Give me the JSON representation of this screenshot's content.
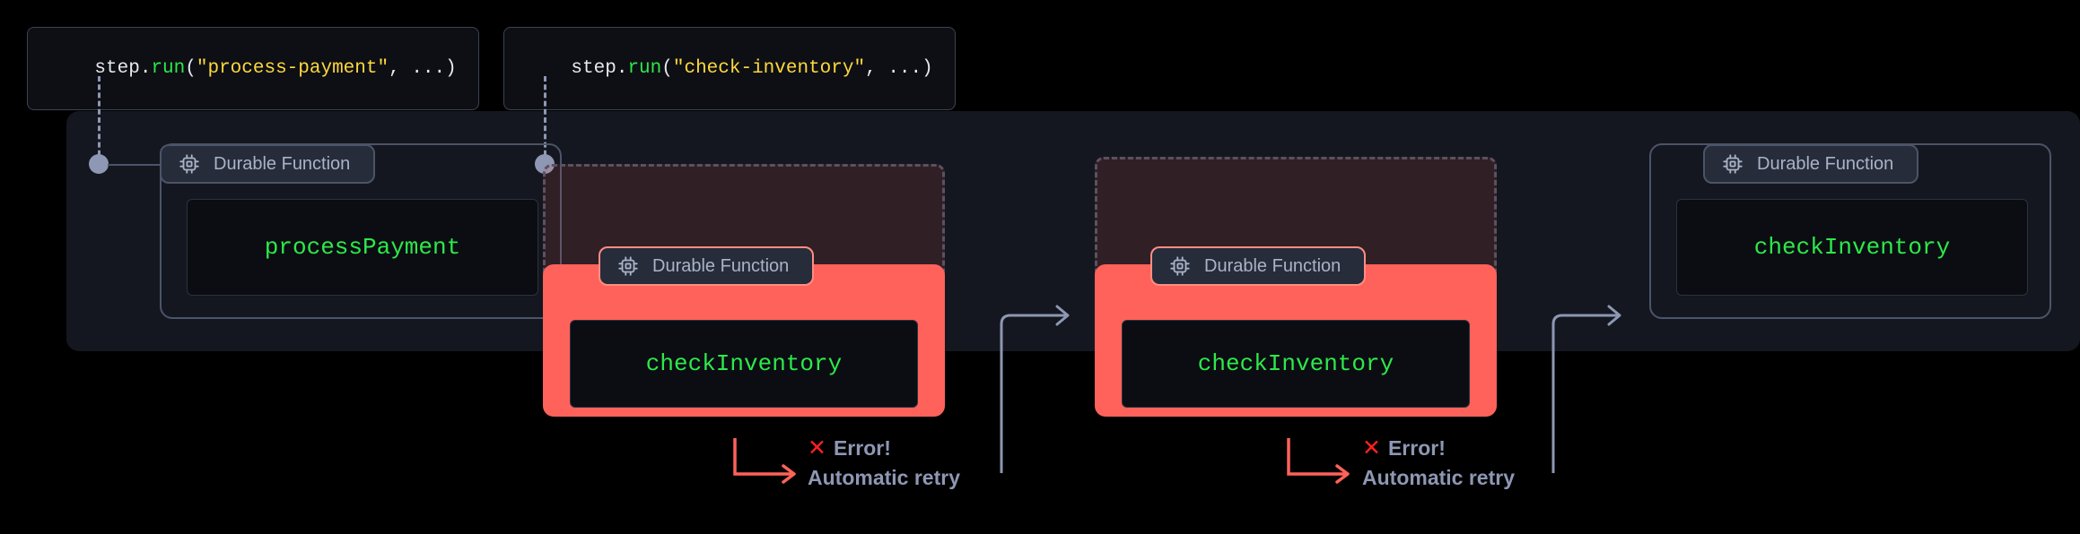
{
  "diagram": {
    "title": "Durable function step retry flow",
    "colors": {
      "background": "#000000",
      "panel": "#14171f",
      "node_border": "#4b5468",
      "chip_bg": "#262c3a",
      "chip_text": "#aab3c6",
      "code_green": "#2ee84a",
      "code_string": "#ffd83d",
      "fail_red": "#ff625a",
      "error_x": "#ff1f1f",
      "connector": "#8e97b3"
    },
    "code_labels": [
      {
        "name": "process-payment-call",
        "parts": [
          {
            "text": "step.",
            "kind": "plain"
          },
          {
            "text": "run",
            "kind": "fn"
          },
          {
            "text": "(",
            "kind": "punct"
          },
          {
            "text": "\"process-payment\"",
            "kind": "str"
          },
          {
            "text": ", ...)",
            "kind": "punct"
          }
        ]
      },
      {
        "name": "check-inventory-call",
        "parts": [
          {
            "text": "step.",
            "kind": "plain"
          },
          {
            "text": "run",
            "kind": "fn"
          },
          {
            "text": "(",
            "kind": "punct"
          },
          {
            "text": "\"check-inventory\"",
            "kind": "str"
          },
          {
            "text": ", ...)",
            "kind": "punct"
          }
        ]
      }
    ],
    "chip_label": "Durable Function",
    "chip_icon": "microchip-icon",
    "nodes": [
      {
        "id": "process-payment",
        "function": "processPayment",
        "state": "success"
      },
      {
        "id": "check-inventory-attempt-1",
        "function": "checkInventory",
        "state": "failed"
      },
      {
        "id": "check-inventory-attempt-2",
        "function": "checkInventory",
        "state": "failed"
      },
      {
        "id": "check-inventory-success",
        "function": "checkInventory",
        "state": "success"
      }
    ],
    "errors": [
      {
        "id": "error-1",
        "icon": "cross-mark-icon",
        "symbol": "✕",
        "title": "Error!",
        "subtitle": "Automatic retry"
      },
      {
        "id": "error-2",
        "icon": "cross-mark-icon",
        "symbol": "✕",
        "title": "Error!",
        "subtitle": "Automatic retry"
      }
    ]
  }
}
